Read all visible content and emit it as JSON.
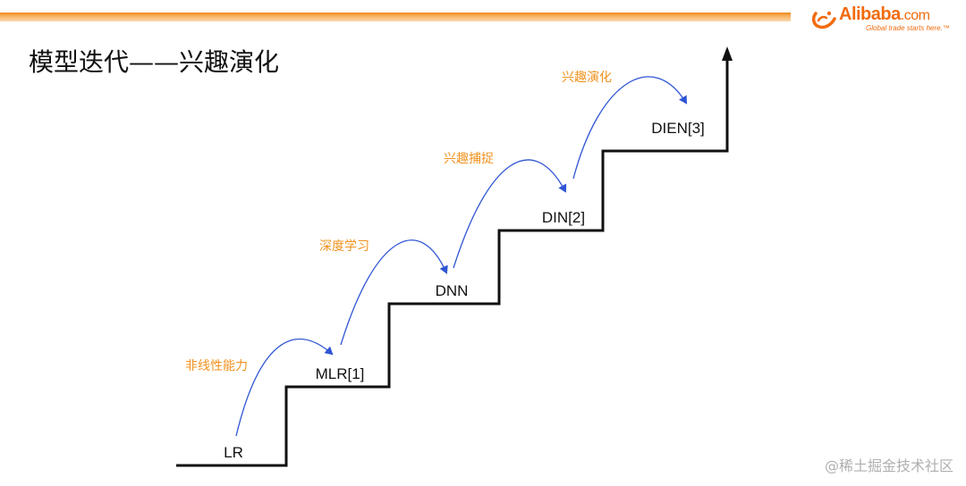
{
  "slide": {
    "title": "模型迭代——兴趣演化"
  },
  "logo": {
    "brand": "Alibaba",
    "suffix": ".com",
    "tagline": "Global trade starts here.™"
  },
  "diagram": {
    "steps": [
      {
        "label": "LR"
      },
      {
        "label": "MLR[1]"
      },
      {
        "label": "DNN"
      },
      {
        "label": "DIN[2]"
      },
      {
        "label": "DIEN[3]"
      }
    ],
    "transitions": [
      {
        "label": "非线性能力"
      },
      {
        "label": "深度学习"
      },
      {
        "label": "兴趣捕捉"
      },
      {
        "label": "兴趣演化"
      }
    ]
  },
  "colors": {
    "accent": "#f0921e",
    "arrow": "#2f55d4",
    "stairs": "#111111"
  },
  "watermark": {
    "text": "@稀土掘金技术社区"
  }
}
